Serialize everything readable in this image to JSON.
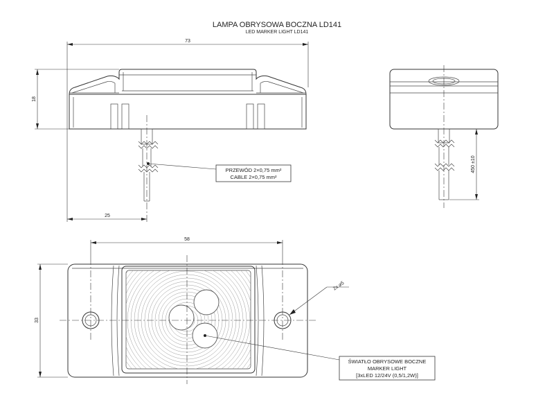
{
  "title": "LAMPA OBRYSOWA BOCZNA LD141",
  "subtitle": "LED MARKER LIGHT LD141",
  "dimensions": {
    "overall_length": "73",
    "height": "18",
    "cable_offset": "25",
    "cable_length": "450 ±10",
    "hole_spacing": "58",
    "width": "33",
    "hole_spec": "2x ⌀5"
  },
  "callouts": {
    "cable": [
      "PRZEWÓD 2×0,75 mm²",
      "CABLE 2×0,75 mm²"
    ],
    "light": [
      "ŚWIATŁO OBRYSOWE BOCZNE",
      "MARKER LIGHT",
      "[3xLED 12/24V (0,5/1,2W)]"
    ]
  }
}
